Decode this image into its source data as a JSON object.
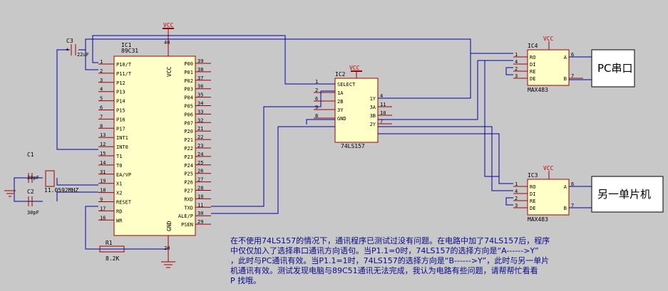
{
  "colors": {
    "wire": "#0000a8",
    "component": "#a00000",
    "body": "#ffffc8",
    "background": "#c8c8c8",
    "note": "#0a0a90",
    "power": "#c00000"
  },
  "mcu": {
    "ref": "IC1",
    "part": "89C31",
    "vcc_label": "VCC",
    "gnd_label": "GND",
    "vcc_pin": "40",
    "gnd_pin": "20",
    "left_pins": [
      {
        "num": "1",
        "name": "P10/T"
      },
      {
        "num": "2",
        "name": "P11/T"
      },
      {
        "num": "3",
        "name": "P12"
      },
      {
        "num": "4",
        "name": "P13"
      },
      {
        "num": "5",
        "name": "P14"
      },
      {
        "num": "6",
        "name": "P15"
      },
      {
        "num": "7",
        "name": "P16"
      },
      {
        "num": "8",
        "name": "P17"
      },
      {
        "num": "13",
        "name": "INT1"
      },
      {
        "num": "12",
        "name": "INT0"
      },
      {
        "num": "15",
        "name": "T1"
      },
      {
        "num": "14",
        "name": "T0"
      },
      {
        "num": "31",
        "name": "EA/VP"
      },
      {
        "num": "19",
        "name": "X1"
      },
      {
        "num": "18",
        "name": "X2"
      },
      {
        "num": "9",
        "name": "RESET"
      },
      {
        "num": "17",
        "name": "RD"
      },
      {
        "num": "16",
        "name": "WR"
      }
    ],
    "right_pins": [
      {
        "num": "39",
        "name": "P00"
      },
      {
        "num": "38",
        "name": "P01"
      },
      {
        "num": "37",
        "name": "P02"
      },
      {
        "num": "36",
        "name": "P03"
      },
      {
        "num": "35",
        "name": "P04"
      },
      {
        "num": "34",
        "name": "P05"
      },
      {
        "num": "33",
        "name": "P06"
      },
      {
        "num": "32",
        "name": "P07"
      },
      {
        "num": "21",
        "name": "P20"
      },
      {
        "num": "22",
        "name": "P21"
      },
      {
        "num": "23",
        "name": "P22"
      },
      {
        "num": "24",
        "name": "P23"
      },
      {
        "num": "25",
        "name": "P24"
      },
      {
        "num": "26",
        "name": "P25"
      },
      {
        "num": "27",
        "name": "P26"
      },
      {
        "num": "28",
        "name": "P27"
      },
      {
        "num": "10",
        "name": "RXD"
      },
      {
        "num": "11",
        "name": "TXD"
      },
      {
        "num": "30",
        "name": "ALE/P"
      },
      {
        "num": "29",
        "name": "PSEN"
      }
    ]
  },
  "mux": {
    "ref": "IC2",
    "part": "74LS157",
    "vcc_label": "VCC",
    "left_pins": [
      {
        "num": "1",
        "name": "SELECT"
      },
      {
        "num": "2",
        "name": "1A"
      },
      {
        "num": "6",
        "name": "2B"
      },
      {
        "num": "9",
        "name": "3Y"
      },
      {
        "num": "8",
        "name": "GND"
      }
    ],
    "right_pins": [
      {
        "num": "4",
        "name": "1Y"
      },
      {
        "num": "11",
        "name": "3A"
      },
      {
        "num": "10",
        "name": "3B"
      },
      {
        "num": "7",
        "name": "2Y"
      }
    ]
  },
  "max_top": {
    "ref": "IC4",
    "part": "MAX483",
    "vcc_label": "VCC",
    "left_pins": [
      {
        "num": "1",
        "name": "RO"
      },
      {
        "num": "4",
        "name": "DI"
      },
      {
        "num": "2",
        "name": "RE"
      },
      {
        "num": "3",
        "name": "DE"
      }
    ],
    "right_pins": [
      {
        "num": "6",
        "name": "A"
      },
      {
        "num": "7",
        "name": "B"
      }
    ]
  },
  "max_bottom": {
    "ref": "IC3",
    "part": "MAX483",
    "vcc_label": "VCC",
    "left_pins": [
      {
        "num": "1",
        "name": "RO"
      },
      {
        "num": "4",
        "name": "DI"
      },
      {
        "num": "2",
        "name": "RE"
      },
      {
        "num": "3",
        "name": "DE"
      }
    ],
    "right_pins": [
      {
        "num": "6",
        "name": "A"
      },
      {
        "num": "7",
        "name": "B"
      }
    ]
  },
  "vcc_top": "VCC",
  "c3": {
    "ref": "C3",
    "value": "22uF",
    "plus": "+"
  },
  "c1": {
    "ref": "C1",
    "value": "30pF"
  },
  "c2": {
    "ref": "C2",
    "value": "30pF"
  },
  "crystal": {
    "value": "11.0592MHZ"
  },
  "r1": {
    "ref": "R1",
    "value": "8.2K"
  },
  "pc_box": "PC串口",
  "mcu2_box": "另一单片机",
  "note_lines": [
    "在不使用74LS157的情况下，通讯程序已测试过没有问题。在电路中加了74LS157后，程序",
    "中仅仅加入了选择串口通讯方向语句。当P1.1=0时，74LS157的选择方向是“A------>Y”",
    "，此时与PC通讯有效。当P1.1=1时，74LS157的选择方向是“B------>Y”，此时与另一单片",
    "机通讯有效。测试发现电脑与89C51通讯无法完成，我认为电路有些问题，请帮帮忙看看",
    "P 找哦。"
  ]
}
